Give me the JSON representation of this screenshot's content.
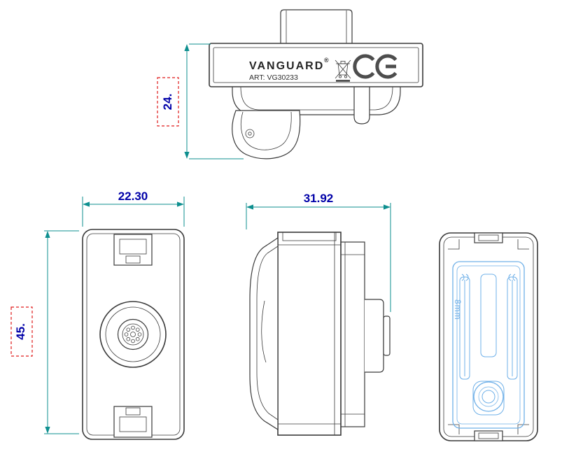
{
  "drawing": {
    "brand": "VANGUARD",
    "registered_mark": "®",
    "article": "ART: VG30233",
    "rear_marking": "8mm"
  },
  "dimensions": {
    "top_view_height": "24.",
    "front_width": "22.30",
    "front_height": "45.",
    "side_depth": "31.92"
  },
  "icons": {
    "ce_mark": "CE conformity mark",
    "weee": "crossed-out wheelie bin (WEEE)"
  },
  "colors": {
    "line": "#3a3a3a",
    "dimension_line": "#0e8f8f",
    "dimension_text": "#0000a8",
    "highlight_box": "#e01b1b",
    "internal_detail": "#6fb0e8"
  }
}
